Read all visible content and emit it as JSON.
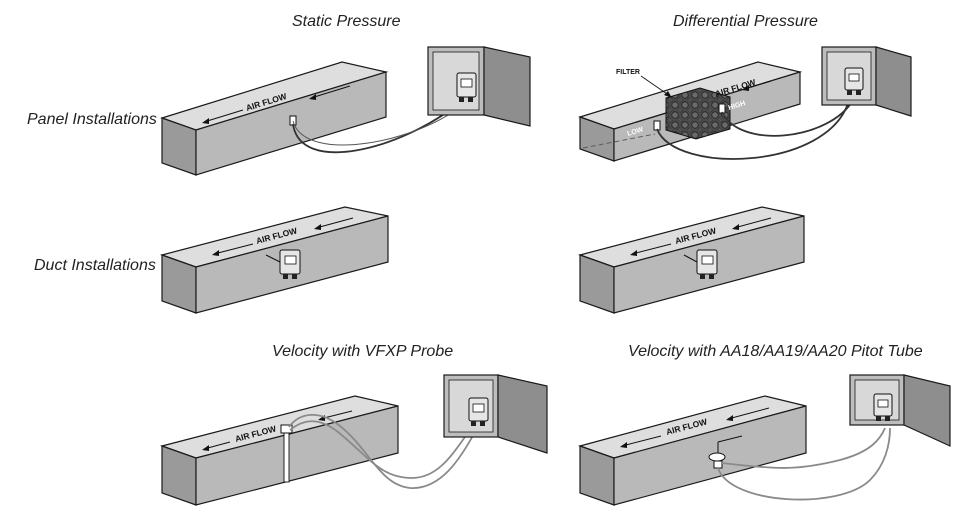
{
  "titles": {
    "static_pressure": "Static Pressure",
    "differential_pressure": "Differential Pressure",
    "velocity_vfxp": "Velocity with VFXP Probe",
    "velocity_pitot": "Velocity with AA18/AA19/AA20 Pitot Tube"
  },
  "row_labels": {
    "panel": "Panel Installations",
    "duct": "Duct Installations"
  },
  "diagram_labels": {
    "air_flow": "AIR FLOW",
    "filter": "FILTER",
    "low": "LOW",
    "high": "HIGH"
  },
  "colors": {
    "duct_top": "#dedede",
    "duct_front": "#b9b9b9",
    "duct_side": "#9a9a9a",
    "line": "#1a1a1a",
    "enclosure": "#bdbdbd",
    "enclosure_dark": "#8e8e8e",
    "tubing": "#333333",
    "tubing_grey": "#8a8a8a"
  }
}
